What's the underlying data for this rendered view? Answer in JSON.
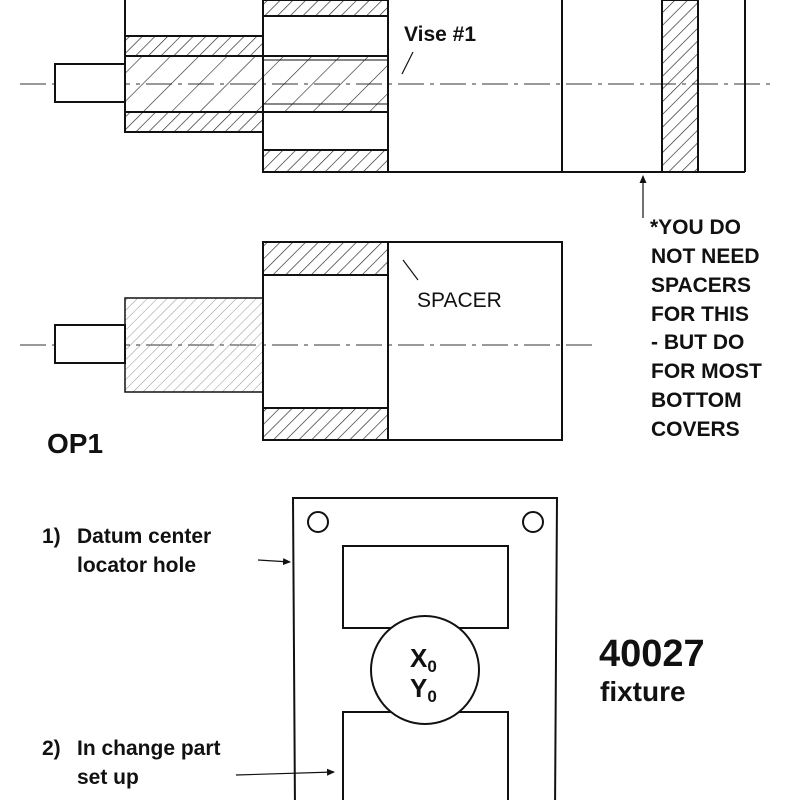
{
  "top_view": {
    "vise_label": "Vise #1"
  },
  "op1_view": {
    "spacer_label": "SPACER",
    "op_label": "OP1"
  },
  "note": {
    "lines": [
      "*YOU DO",
      "NOT NEED",
      "SPACERS",
      "FOR THIS",
      "- BUT DO",
      "FOR MOST",
      "BOTTOM",
      "COVERS"
    ]
  },
  "fixture": {
    "step1": {
      "number": "1)",
      "lines": [
        "Datum center",
        "locator hole"
      ]
    },
    "step2": {
      "number": "2)",
      "lines": [
        "In change part",
        "set up"
      ]
    },
    "center_x": "X",
    "center_y": "Y",
    "center_sub": "0",
    "part_number": "40027",
    "caption": "fixture"
  }
}
